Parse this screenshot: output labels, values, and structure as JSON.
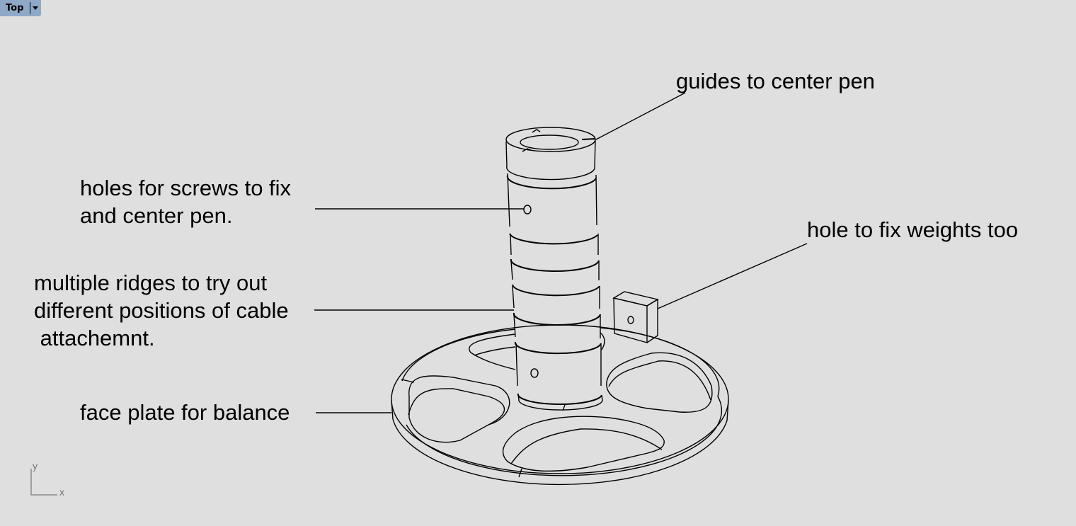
{
  "viewport": {
    "name": "Top",
    "menu_icon": "dropdown-arrow-icon",
    "background": "#dfdfdf",
    "tab_color": "#90a8c8"
  },
  "axes": {
    "x_label": "x",
    "y_label": "y"
  },
  "annotations": {
    "guides": "guides to center pen",
    "screws_line1": "holes for screws to fix",
    "screws_line2": "and center pen.",
    "weights": "hole to fix weights too",
    "ridges_line1": "multiple ridges to try out",
    "ridges_line2": "different positions of cable",
    "ridges_line3": " attachemnt.",
    "faceplate": "face plate for balance"
  }
}
